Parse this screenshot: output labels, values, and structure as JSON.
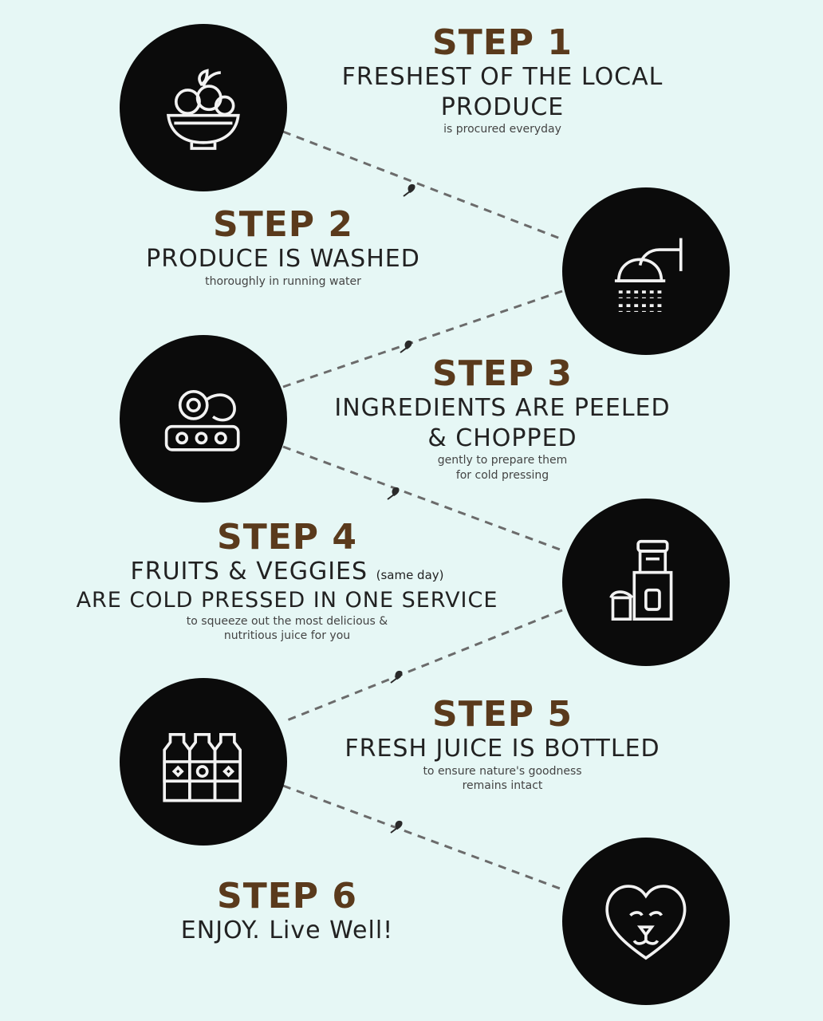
{
  "steps": [
    {
      "title": "STEP 1",
      "lines": [
        "FRESHEST OF THE LOCAL",
        "PRODUCE"
      ],
      "sub": [
        "is procured everyday"
      ],
      "icon": "produce-bowl-icon"
    },
    {
      "title": "STEP 2",
      "lines": [
        "PRODUCE IS WASHED"
      ],
      "sub": [
        "thoroughly in running water"
      ],
      "icon": "faucet-icon"
    },
    {
      "title": "STEP 3",
      "lines": [
        "INGREDIENTS ARE PEELED",
        "& CHOPPED"
      ],
      "sub": [
        "gently to prepare them",
        "for cold pressing"
      ],
      "icon": "chopping-board-icon"
    },
    {
      "title": "STEP 4",
      "lines": [
        "FRUITS & VEGGIES",
        "ARE COLD PRESSED IN ONE SERVICE"
      ],
      "aside": "(same day)",
      "sub": [
        "to squeeze out the most delicious &",
        "nutritious juice for you"
      ],
      "icon": "cold-press-juicer-icon"
    },
    {
      "title": "STEP 5",
      "lines": [
        "FRESH JUICE IS BOTTLED"
      ],
      "sub": [
        "to ensure nature's goodness",
        "remains intact"
      ],
      "icon": "juice-bottles-icon"
    },
    {
      "title": "STEP 6",
      "lines": [
        "ENJOY. Live Well!"
      ],
      "sub": [],
      "icon": "lion-heart-icon"
    }
  ],
  "colors": {
    "background": "#e6f7f5",
    "circle": "#0b0b0b",
    "step_title": "#5a3a1c",
    "text": "#222222",
    "connector": "#6b6b6b"
  }
}
